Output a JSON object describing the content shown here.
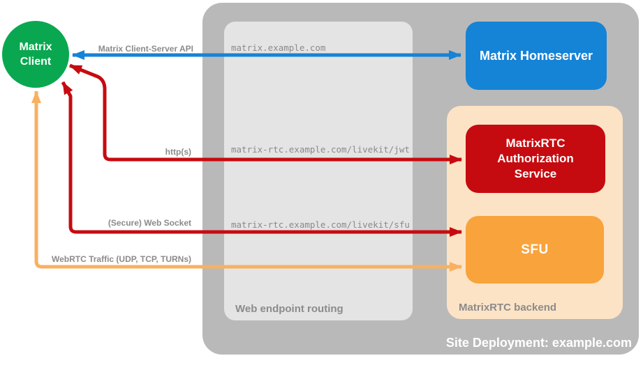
{
  "colors": {
    "background": "#ffffff",
    "container_gray": "#b9b9b9",
    "routing_gray": "#e4e4e4",
    "backend_peach": "#fce3c5",
    "homeserver_blue": "#1583d6",
    "auth_red": "#c60b10",
    "sfu_orange": "#f9a33c",
    "client_green": "#09a850",
    "arrow_blue": "#1583d6",
    "arrow_red": "#c60b10",
    "arrow_orange": "#f9b061",
    "label_gray": "#8b8b8b",
    "url_gray": "#8a8a8a",
    "white_text": "#ffffff"
  },
  "nodes": {
    "client": {
      "line1": "Matrix",
      "line2": "Client"
    },
    "homeserver": {
      "label": "Matrix Homeserver"
    },
    "auth_service": {
      "label": "MatrixRTC Authorization Service"
    },
    "sfu": {
      "label": "SFU"
    }
  },
  "containers": {
    "routing": {
      "label": "Web endpoint routing"
    },
    "backend": {
      "label": "MatrixRTC backend"
    },
    "site": {
      "label": "Site Deployment: example.com"
    }
  },
  "endpoints": {
    "homeserver_url": "matrix.example.com",
    "jwt_url": "matrix-rtc.example.com/livekit/jwt",
    "sfu_url": "matrix-rtc.example.com/livekit/sfu"
  },
  "arrows": {
    "client_server_api": {
      "label": "Matrix Client-Server API"
    },
    "http": {
      "label": "http(s)"
    },
    "websocket": {
      "label": "(Secure) Web Socket"
    },
    "webrtc": {
      "label": "WebRTC Traffic (UDP, TCP, TURNs)"
    }
  }
}
